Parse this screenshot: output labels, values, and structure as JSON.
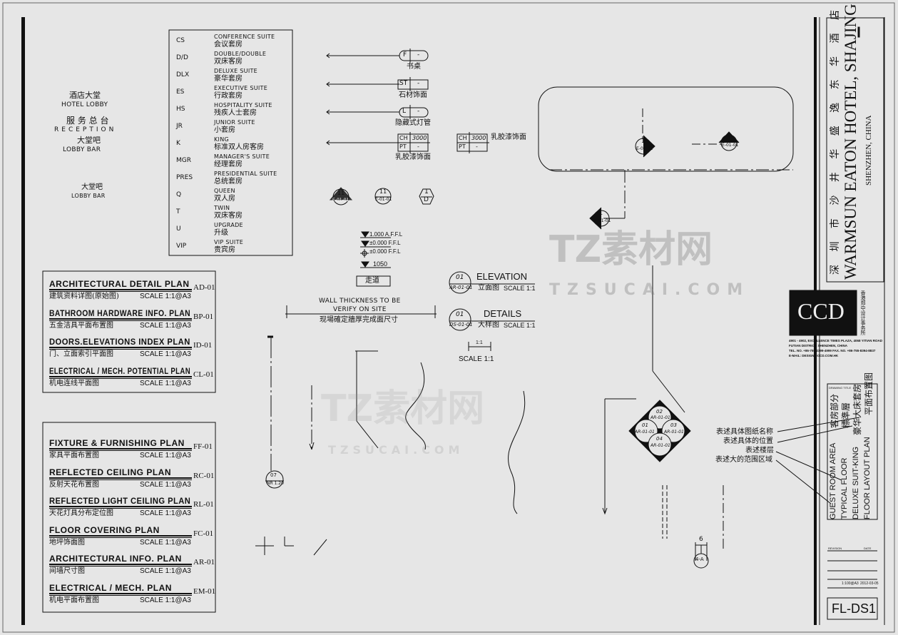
{
  "lobby_labels": [
    {
      "cn": "酒店大堂",
      "en": "HOTEL LOBBY"
    },
    {
      "cn": "服 务 总 台",
      "en": "RECEPTION"
    },
    {
      "cn": "大堂吧",
      "en": "LOBBY BAR"
    },
    {
      "cn": "大堂吧",
      "en": "LOBBY BAR"
    }
  ],
  "room_types": [
    {
      "code": "CS",
      "en": "CONFERENCE SUITE",
      "cn": "会议套房"
    },
    {
      "code": "D/D",
      "en": "DOUBLE/DOUBLE",
      "cn": "双床客房"
    },
    {
      "code": "DLX",
      "en": "DELUXE SUITE",
      "cn": "豪华套房"
    },
    {
      "code": "ES",
      "en": "EXECUTIVE SUITE",
      "cn": "行政套房"
    },
    {
      "code": "HS",
      "en": "HOSPITALITY SUITE",
      "cn": "残疾人士套房"
    },
    {
      "code": "JR",
      "en": "JUNIOR SUITE",
      "cn": "小套房"
    },
    {
      "code": "K",
      "en": "KING",
      "cn": "标准双人房客房"
    },
    {
      "code": "MGR",
      "en": "MANAGER'S SUITE",
      "cn": "经理套房"
    },
    {
      "code": "PRES",
      "en": "PRESIDENTIAL SUITE",
      "cn": "总统套房"
    },
    {
      "code": "Q",
      "en": "QUEEN",
      "cn": "双人房"
    },
    {
      "code": "T",
      "en": "TWIN",
      "cn": "双床客房"
    },
    {
      "code": "U",
      "en": "UPGRADE",
      "cn": "升级"
    },
    {
      "code": "VIP",
      "en": "VIP SUITE",
      "cn": "贵宾房"
    }
  ],
  "material_tags": [
    {
      "code": "F",
      "value": "-",
      "label": "书桌",
      "shape": "round"
    },
    {
      "code": "ST",
      "value": "-",
      "label": "石材饰面",
      "shape": "box"
    },
    {
      "code": "L",
      "value": "-",
      "label": "隐藏式灯管",
      "shape": "round"
    },
    {
      "code": "CH",
      "value": "3000",
      "code2": "PT",
      "value2": "-",
      "label": "乳胶漆饰面",
      "shape": "table"
    }
  ],
  "ceiling_tag_standalone": {
    "code": "CH",
    "value": "3000",
    "code2": "PT",
    "value2": "-",
    "label": "乳胶漆饰面"
  },
  "section_symbols": [
    {
      "num": "11",
      "ref": "E-01-01"
    },
    {
      "num": "11",
      "ref": "E-01-01"
    },
    {
      "num": "1",
      "ref": "D"
    }
  ],
  "levels": [
    "1.000 A.F.F.L",
    "±0.000 F.F.L",
    "±0.000 F.F.L",
    "1050"
  ],
  "corridor_label": "走道",
  "wall_note": {
    "line1": "WALL THICKNESS TO BE",
    "line2": "VERIFY ON SITE",
    "cn": "现場確定牆厚完成面尺寸"
  },
  "elevation_title": {
    "num": "01",
    "ref": "AR-01-01",
    "title": "ELEVATION",
    "cn": "立面图",
    "scale": "SCALE  1:1"
  },
  "details_title": {
    "num": "01",
    "ref": "DS-01-01",
    "title": "DETAILS",
    "cn": "大样图",
    "scale": "SCALE  1:1"
  },
  "scale_bar": {
    "mark": "1:1",
    "label": "SCALE  1:1"
  },
  "index_group_1": [
    {
      "title": "ARCHITECTURAL DETAIL    PLAN",
      "cn": "建筑资料详图(原始图)",
      "scale": "SCALE  1:1@A3",
      "code": "AD-01"
    },
    {
      "title": "BATHROOM  HARDWARE  INFO.  PLAN",
      "cn": "五金洁具平面布置图",
      "scale": "SCALE  1:1@A3",
      "code": "BP-01"
    },
    {
      "title": "DOORS.ELEVATIONS INDEX   PLAN",
      "cn": "门、立面索引平面图",
      "scale": "SCALE  1:1@A3",
      "code": "ID-01"
    },
    {
      "title": "ELECTRICAL / MECH. POTENTIAL  PLAN",
      "cn": "机电连线平面图",
      "scale": "SCALE  1:1@A3",
      "code": "CL-01"
    }
  ],
  "index_group_2": [
    {
      "title": "FIXTURE & FURNISHING PLAN",
      "cn": "家具平面布置图",
      "scale": "SCALE  1:1@A3",
      "code": "FF-01"
    },
    {
      "title": "REFLECTED  CEILING   PLAN",
      "cn": "反射天花布置图",
      "scale": "SCALE  1:1@A3",
      "code": "RC-01"
    },
    {
      "title": "REFLECTED  LIGHT  CEILING   PLAN",
      "cn": "天花灯具分布定位图",
      "scale": "SCALE  1:1@A3",
      "code": "RL-01"
    },
    {
      "title": "FLOOR   COVERING   PLAN",
      "cn": "地坪饰面图",
      "scale": "SCALE  1:1@A3",
      "code": "FC-01"
    },
    {
      "title": "ARCHITECTURAL INFO.  PLAN",
      "cn": "间墙尺寸图",
      "scale": "SCALE  1:1@A3",
      "code": "AR-01"
    },
    {
      "title": "ELECTRICAL / MECH. PLAN",
      "cn": "机电平面布置图",
      "scale": "SCALE  1:1@A3",
      "code": "EM-01"
    }
  ],
  "plan_markers": [
    {
      "num": "1",
      "ref": "E-01-01"
    },
    {
      "num": "1",
      "ref": "E-01-01"
    },
    {
      "num": "1",
      "ref": "E-01-01"
    }
  ],
  "quad_marker": [
    {
      "num": "02",
      "ref": "AR-01-01"
    },
    {
      "num": "01",
      "ref": "AR-01-01"
    },
    {
      "num": "03",
      "ref": "AR-01-01"
    },
    {
      "num": "04",
      "ref": "AR-01-01"
    }
  ],
  "detail_bubble": {
    "num": "07",
    "ref": "NR 1.20"
  },
  "grid_bubble": {
    "dim": "6",
    "ref": "4-A"
  },
  "annotations": [
    "表述具体图纸名称",
    "表述具体的位置",
    "表述楼层",
    "表述大的范围区域"
  ],
  "title_block": {
    "hotel_cn": "深 圳 市 沙 井 华 盛 逸 东 华 酒 店",
    "hotel_en": "WARMSUN EATON HOTEL, SHAJING",
    "location": "SHENZHEN, CHINA",
    "firm_logo": "CCD",
    "firm_name_cn": "香港郑中设计事务所",
    "address": "4901 - 4902, EXCELLENCE TIMES PLAZA, 4068 YITIAN ROAD",
    "district": "FUTIAN DISTRICT, SHENZHEN, CHINA",
    "phone": "TEL. NO. +86-755-2399-4999     FAX. NO. +86-755-8394-8837",
    "email": "E-MAIL: DESIGN@CCD.COM.HK",
    "drawing_title_label": "DRAWING TITLE",
    "title_cn": [
      "客房部分",
      "標準層",
      "豪华大床套房",
      "平面布置图"
    ],
    "title_en": [
      "GUEST  ROOM  AREA",
      "TYPICAL  FLOOR",
      "DELUXE  SUIT-KING",
      "FLOOR      LAYOUT      PLAN"
    ],
    "revision_label": "REVISION",
    "date_label": "DATE",
    "scale": "1:100@A3",
    "date": "2012-03-05",
    "drawing_no": "FL-DS1"
  },
  "watermark": {
    "brand": "TZ素材网",
    "url": "TZSUCAI.COM"
  }
}
